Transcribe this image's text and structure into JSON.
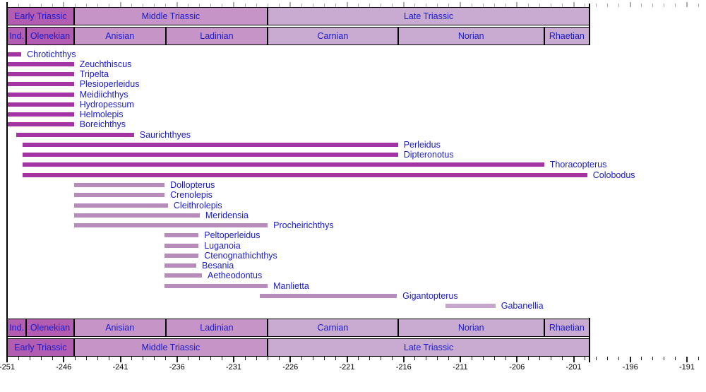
{
  "palette": {
    "early": "#b25cb2",
    "middle": "#c694c6",
    "late": "#c9abd1",
    "bar_dark": "#a433a4",
    "bar_light": "#b88cba",
    "bar_pale": "#c6a6cc",
    "text_blue": "#1a1acc",
    "tick_dark": "#222222",
    "tick_faint": "#b3a6b6"
  },
  "chart_data": {
    "type": "bar",
    "variant": "stratigraphic-range-timeline",
    "title": "",
    "time_axis": {
      "start": -251,
      "end": -190,
      "minor_step": 1,
      "major_step": 5,
      "major_tick_labels": [
        "-251",
        "-246",
        "-241",
        "-236",
        "-231",
        "-226",
        "-221",
        "-216",
        "-211",
        "-206",
        "-201",
        "-196",
        "-191"
      ]
    },
    "epochs": [
      {
        "name": "Early Triassic",
        "start": -251,
        "end": -245.1,
        "color_key": "early"
      },
      {
        "name": "Middle Triassic",
        "start": -245.1,
        "end": -228,
        "color_key": "middle"
      },
      {
        "name": "Late Triassic",
        "start": -228,
        "end": -199.6,
        "color_key": "late"
      }
    ],
    "stages": [
      {
        "name": "Ind.",
        "start": -251,
        "end": -249.3,
        "color_key": "early"
      },
      {
        "name": "Olenekian",
        "start": -249.3,
        "end": -245.1,
        "color_key": "early"
      },
      {
        "name": "Anisian",
        "start": -245.1,
        "end": -237,
        "color_key": "middle"
      },
      {
        "name": "Ladinian",
        "start": -237,
        "end": -228,
        "color_key": "middle"
      },
      {
        "name": "Carnian",
        "start": -228,
        "end": -216.5,
        "color_key": "late"
      },
      {
        "name": "Norian",
        "start": -216.5,
        "end": -203.6,
        "color_key": "late"
      },
      {
        "name": "Rhaetian",
        "start": -203.6,
        "end": -199.6,
        "color_key": "late"
      }
    ],
    "taxa": [
      {
        "name": "Chrotichthys",
        "start": -251,
        "end": -249.75,
        "color_key": "bar_dark"
      },
      {
        "name": "Zeuchthiscus",
        "start": -251,
        "end": -245.1,
        "color_key": "bar_dark"
      },
      {
        "name": "Tripelta",
        "start": -251,
        "end": -245.1,
        "color_key": "bar_dark"
      },
      {
        "name": "Plesioperleidus",
        "start": -251,
        "end": -245.1,
        "color_key": "bar_dark"
      },
      {
        "name": "Meidiichthys",
        "start": -251,
        "end": -245.1,
        "color_key": "bar_dark"
      },
      {
        "name": "Hydropessum",
        "start": -251,
        "end": -245.1,
        "color_key": "bar_dark"
      },
      {
        "name": "Helmolepis",
        "start": -251,
        "end": -245.1,
        "color_key": "bar_dark"
      },
      {
        "name": "Boreichthys",
        "start": -251,
        "end": -245.1,
        "color_key": "bar_dark"
      },
      {
        "name": "Saurichthyes",
        "start": -250.2,
        "end": -239.8,
        "color_key": "bar_dark"
      },
      {
        "name": "Perleidus",
        "start": -249.6,
        "end": -216.5,
        "color_key": "bar_dark"
      },
      {
        "name": "Dipteronotus",
        "start": -249.6,
        "end": -216.5,
        "color_key": "bar_dark"
      },
      {
        "name": "Thoracopterus",
        "start": -249.6,
        "end": -203.6,
        "color_key": "bar_dark"
      },
      {
        "name": "Colobodus",
        "start": -249.6,
        "end": -199.8,
        "color_key": "bar_dark"
      },
      {
        "name": "Dollopterus",
        "start": -245.1,
        "end": -237.1,
        "color_key": "bar_light"
      },
      {
        "name": "Crenolepis",
        "start": -245.1,
        "end": -237.1,
        "color_key": "bar_light"
      },
      {
        "name": "Cleithrolepis",
        "start": -245.1,
        "end": -236.8,
        "color_key": "bar_light"
      },
      {
        "name": "Meridensia",
        "start": -245.1,
        "end": -234.0,
        "color_key": "bar_light"
      },
      {
        "name": "Procheirichthys",
        "start": -245.1,
        "end": -228,
        "color_key": "bar_light"
      },
      {
        "name": "Peltoperleidus",
        "start": -237.1,
        "end": -234.1,
        "color_key": "bar_light"
      },
      {
        "name": "Luganoia",
        "start": -237.1,
        "end": -234.1,
        "color_key": "bar_light"
      },
      {
        "name": "Ctenognathichthys",
        "start": -237.1,
        "end": -234.1,
        "color_key": "bar_light"
      },
      {
        "name": "Besania",
        "start": -237.1,
        "end": -234.3,
        "color_key": "bar_light"
      },
      {
        "name": "Aetheodontus",
        "start": -237.1,
        "end": -233.8,
        "color_key": "bar_light"
      },
      {
        "name": "Manlietta",
        "start": -237.1,
        "end": -228,
        "color_key": "bar_light"
      },
      {
        "name": "Gigantopterus",
        "start": -228.7,
        "end": -216.6,
        "color_key": "bar_light"
      },
      {
        "name": "Gabanellia",
        "start": -212.3,
        "end": -207.9,
        "color_key": "bar_pale"
      }
    ]
  }
}
